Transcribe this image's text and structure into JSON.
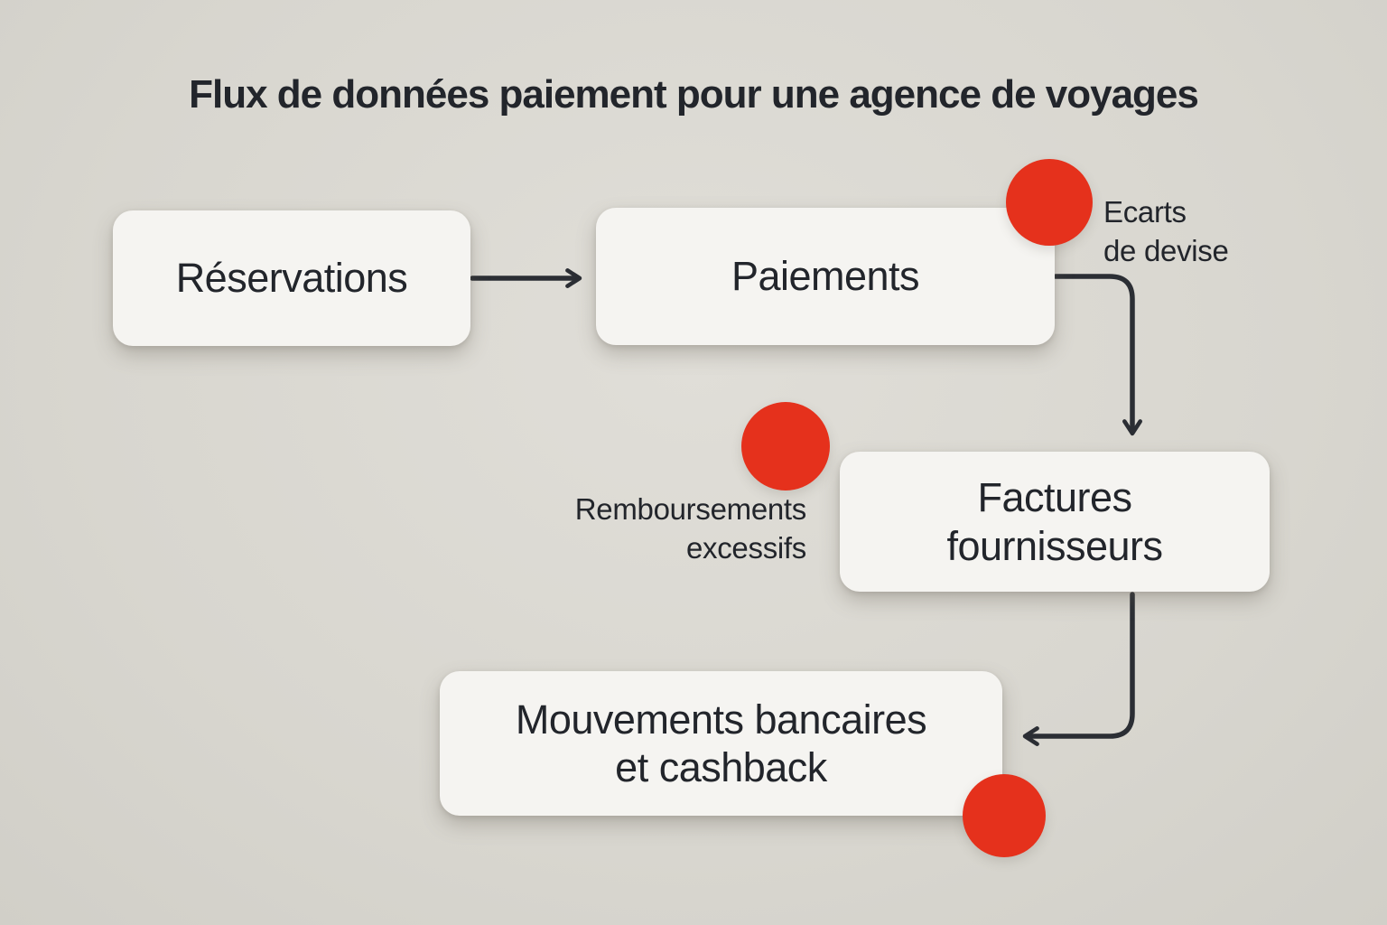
{
  "diagram": {
    "title": "Flux de données paiement pour une agence de voyages",
    "nodes": {
      "reservations": {
        "label": "Réservations"
      },
      "paiements": {
        "label": "Paiements"
      },
      "factures": {
        "label": "Factures fournisseurs",
        "lines": [
          "Factures",
          "fournisseurs"
        ]
      },
      "mouvements": {
        "label": "Mouvements bancaires et cashback",
        "lines": [
          "Mouvements bancaires",
          "et cashback"
        ]
      }
    },
    "edges": [
      {
        "from": "reservations",
        "to": "paiements"
      },
      {
        "from": "paiements",
        "to": "factures"
      },
      {
        "from": "factures",
        "to": "mouvements"
      }
    ],
    "annotations": {
      "ecarts": {
        "label": "Ecarts de devise",
        "lines": [
          "Ecarts",
          "de devise"
        ]
      },
      "remboursements": {
        "label": "Remboursements excessifs",
        "lines": [
          "Remboursements",
          "excessifs"
        ]
      }
    },
    "colors": {
      "background": "#d9d7d0",
      "node_fill": "#f5f4f1",
      "text": "#22252b",
      "arrow": "#2b2e34",
      "alert_red": "#e5311c"
    }
  }
}
